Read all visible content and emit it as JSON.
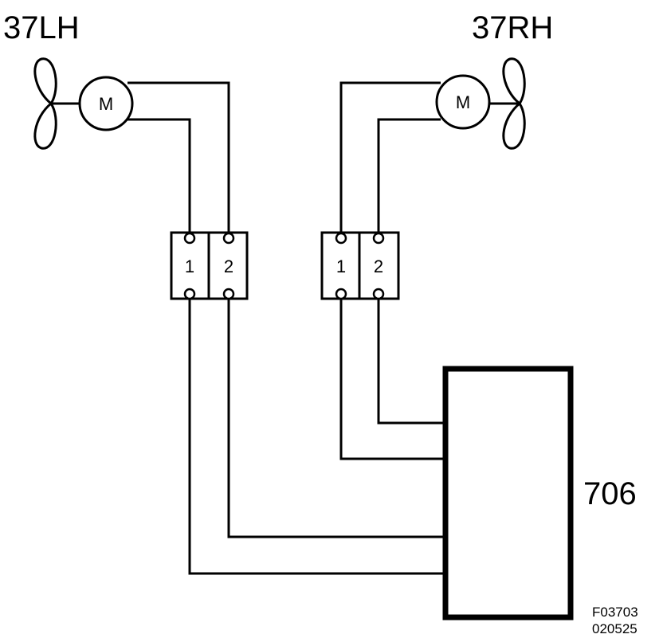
{
  "labels": {
    "left_fan": "37LH",
    "right_fan": "37RH",
    "control_unit": "706"
  },
  "motors": {
    "left": "M",
    "right": "M"
  },
  "connectors": {
    "left": {
      "pin1": "1",
      "pin2": "2"
    },
    "right": {
      "pin1": "1",
      "pin2": "2"
    }
  },
  "figure_ref": {
    "line1": "F03703",
    "line2": "020525"
  },
  "colors": {
    "ink": "#000000",
    "background": "#ffffff"
  }
}
